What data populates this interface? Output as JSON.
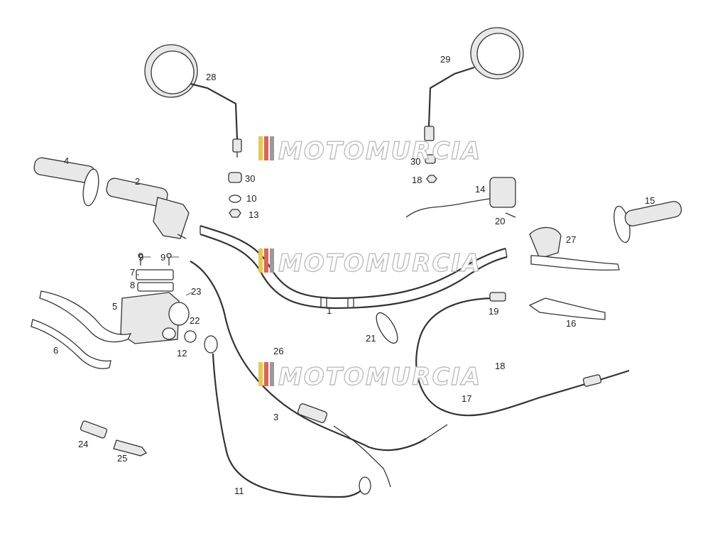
{
  "watermark": {
    "text": "MOTOMURCIA",
    "stripe_colors": [
      "#e8c94a",
      "#e06060",
      "#9a9a9a"
    ]
  },
  "callouts": {
    "p1": "1",
    "p2": "2",
    "p3": "3",
    "p4": "4",
    "p5": "5",
    "p6": "6",
    "p7": "7",
    "p8": "8",
    "p9a": "9",
    "p9b": "9",
    "p10": "10",
    "p11": "11",
    "p12": "12",
    "p13": "13",
    "p14": "14",
    "p15": "15",
    "p16": "16",
    "p17": "17",
    "p18a": "18",
    "p18b": "18",
    "p19": "19",
    "p20": "20",
    "p21": "21",
    "p22": "22",
    "p23": "23",
    "p24": "24",
    "p25": "25",
    "p26": "26",
    "p27": "27",
    "p28": "28",
    "p29": "29",
    "p30a": "30",
    "p30b": "30"
  }
}
